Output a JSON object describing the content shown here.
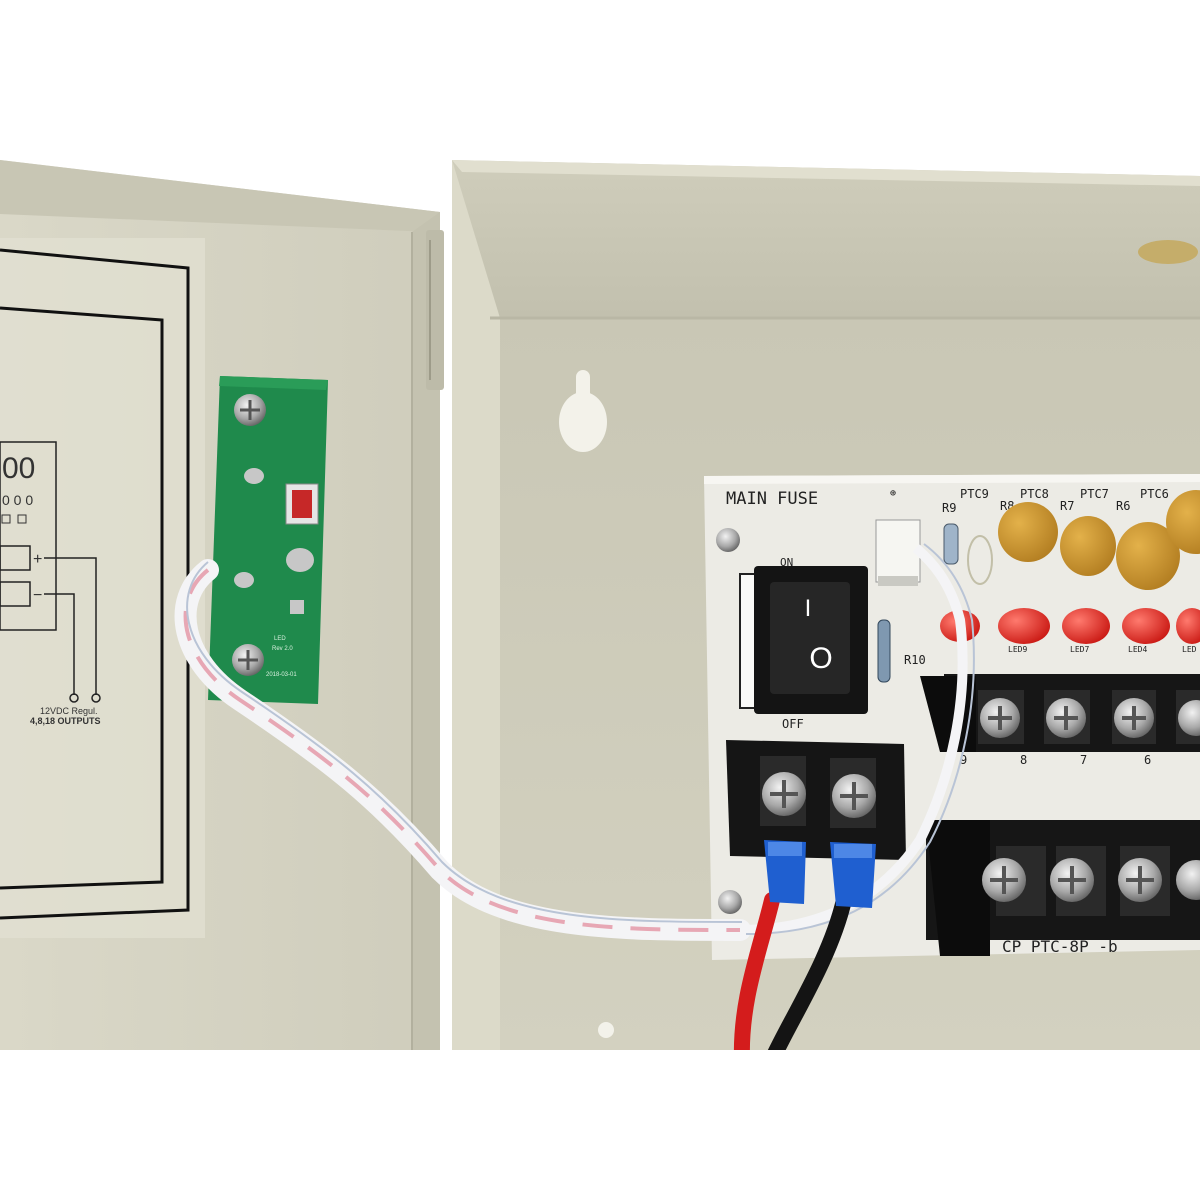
{
  "pcb": {
    "main_fuse": "MAIN FUSE",
    "switch_on": "ON",
    "switch_off": "OFF",
    "switch_symbol_on": "I",
    "switch_symbol_off": "O",
    "r9": "R9",
    "r8": "R8",
    "r7": "R7",
    "r6": "R6",
    "r10": "R10",
    "ptc9": "PTC9",
    "ptc8": "PTC8",
    "ptc7": "PTC7",
    "ptc6": "PTC6",
    "led_labels": [
      "LED9",
      "LED7",
      "LED4",
      "LED"
    ],
    "terminal_numbers": [
      "9",
      "8",
      "7",
      "6"
    ],
    "bottom_text": "CP PTC-8P -b"
  },
  "door_label": {
    "output_note_1": "12VDC Regul.",
    "output_note_2": "4,8,18 OUTPUTS",
    "plus": "+",
    "minus": "−"
  },
  "led_board": {
    "text_1": "LED",
    "text_2": "Rev 2.0",
    "text_3": "2018-03-01"
  },
  "colors": {
    "enclosure": "#d6d4c3",
    "pcb_green": "#1f8a4c",
    "terminal_black": "#161616",
    "led_red": "#e0201c",
    "ptc_yellow": "#c98f2a",
    "spade_blue": "#1f5fd0",
    "wire_red": "#d41c1c",
    "wire_black": "#141414"
  }
}
